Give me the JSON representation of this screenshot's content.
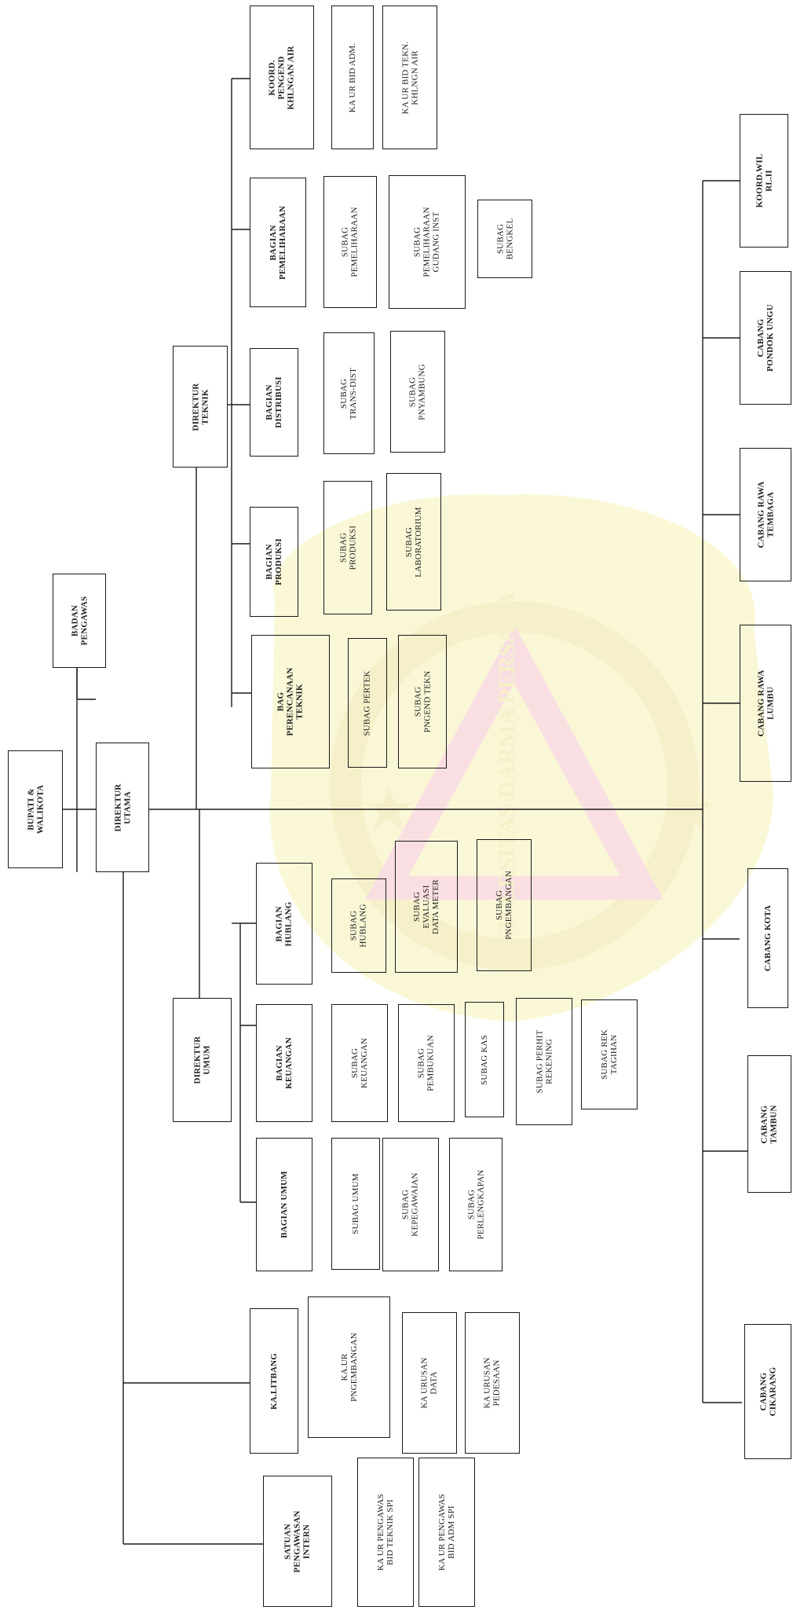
{
  "watermark": {
    "text": "UNIVERSITAS DARMA PERSADA",
    "colors": {
      "yellow": "#f7f2b8",
      "pink": "#f6c6cc",
      "red": "#e9a3a8"
    }
  },
  "org_chart": {
    "top": {
      "bupati": "BUPATI &\nWALIKOTA",
      "badan_pengawas": "BADAN\nPENGAWAS",
      "direktur_utama": "DIREKTUR\nUTAMA"
    },
    "direktur_teknik": {
      "title": "DIREKTUR\nTEKNIK",
      "perencanaan": {
        "head": "BAG\nPERENCANAAN\nTEKNIK",
        "subs": [
          "SUBAG PERTEK",
          "SUBAG\nPNGEND TEKN"
        ]
      },
      "produksi": {
        "head": "BAGIAN\nPRODUKSI",
        "subs": [
          "SUBAG\nPRODUKSI",
          "SUBAG\nLABORATORIUM"
        ]
      },
      "distribusi": {
        "head": "BAGIAN\nDISTRIBUSI",
        "subs": [
          "SUBAG\nTRANS-DIST",
          "SUBAG\nPNYAMBUNG"
        ]
      },
      "pemeliharaan": {
        "head": "BAGIAN\nPEMELIHARAAN",
        "subs": [
          "SUBAG\nPEMELIHARAAN",
          "SUBAG\nPEMELIHARAAN\nGUDANG INST",
          "SUBAG\nBENGKEL"
        ]
      },
      "koord_air": {
        "head": "KOORD.\nPENGEND\nKHLNGAN AIR",
        "subs": [
          "KA UR BID ADM.",
          "KA UR BID TEKN.\nKHLNGN AIR"
        ]
      }
    },
    "direktur_umum": {
      "title": "DIREKTUR\nUMUM",
      "hublang": {
        "head": "BAGIAN\nHUBLANG",
        "subs": [
          "SUBAG\nHUBLANG",
          "SUBAG\nEVALUASI\nDATA METER",
          "SUBAG\nPNGEMBANGAN"
        ]
      },
      "keuangan": {
        "head": "BAGIAN\nKEUANGAN",
        "subs": [
          "SUBAG\nKEUANGAN",
          "SUBAG\nPEMBUKUAN",
          "SUBAG KAS",
          "SUBAG PERHIT\nREKENING",
          "SUBAG REK\nTAGIHAN"
        ]
      },
      "umum": {
        "head": "BAGIAN UMUM",
        "subs": [
          "SUBAG UMUM",
          "SUBAG\nKEPEGAWAIAN",
          "SUBAG\nPERLENGKAPAN"
        ]
      }
    },
    "litbang": {
      "head": "KA.LITBANG",
      "subs": [
        "KA.UR\nPNGEMBANGAN",
        "KA URUSAN\nDATA",
        "KA URUSAN\nPEDESAAN"
      ]
    },
    "spi": {
      "head": "SATUAN\nPENGAWASAN\nINTERN",
      "subs": [
        "KA UR PENGAWAS\nBID TEKNIK SPI",
        "KA UR PENGAWAS\nBID ADM SPI"
      ]
    },
    "cabang": [
      "KOORD.WIL\nRL.II",
      "CABANG\nPONDOK UNGU",
      "CABANG RAWA\nTEMBAGA",
      "CABANG RAWA\nLUMBU",
      "CABANG KOTA",
      "CABANG\nTAMBUN",
      "CABANG\nCIKARANG"
    ]
  }
}
